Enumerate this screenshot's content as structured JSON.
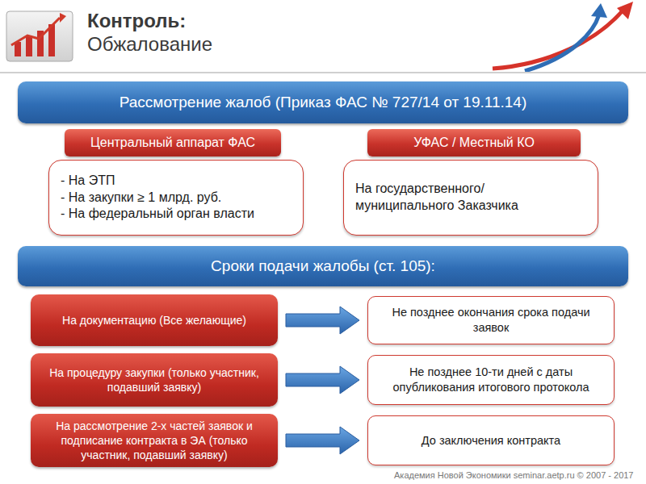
{
  "diagram": {
    "title": "Контроль: Обжалование",
    "nodes": [
      {
        "text": [
          "Рассмотрение жалоб (Приказ ФАС № 727/14 от 19.11.14)"
        ]
      },
      {
        "text": [
          "Центральный аппарат ФАС"
        ]
      },
      {
        "text": [
          "- На ЭТП",
          "- На закупки ≥ 1 млрд. руб.",
          "- На федеральный орган власти"
        ]
      },
      {
        "text": [
          "УФАС / Местный КО"
        ]
      },
      {
        "text": [
          "На государственного/ муниципального Заказчика"
        ]
      },
      {
        "text": [
          "Сроки подачи жалобы (ст. 105):"
        ]
      },
      {
        "text": [
          "На документацию (Все желающие)"
        ]
      },
      {
        "text": [
          "Не позднее окончания срока подачи заявок"
        ]
      },
      {
        "text": [
          "На процедуру закупки (только участник, подавший заявку)"
        ]
      },
      {
        "text": [
          "Не позднее 10-ти дней с даты опубликования итогового протокола"
        ]
      },
      {
        "text": [
          "На рассмотрение 2-х частей заявок и подписание контракта в ЭА (только участник, подавший заявку)"
        ]
      },
      {
        "text": [
          "До заключения контракта"
        ]
      }
    ],
    "edges": [
      {
        "from": 6,
        "to": 7,
        "arrow": "to"
      },
      {
        "from": 8,
        "to": 9,
        "arrow": "to"
      },
      {
        "from": 10,
        "to": 11,
        "arrow": "to"
      }
    ],
    "labels": [
      "Академия Новой Экономики seminar.aetp.ru © 2007 - 2017"
    ]
  }
}
